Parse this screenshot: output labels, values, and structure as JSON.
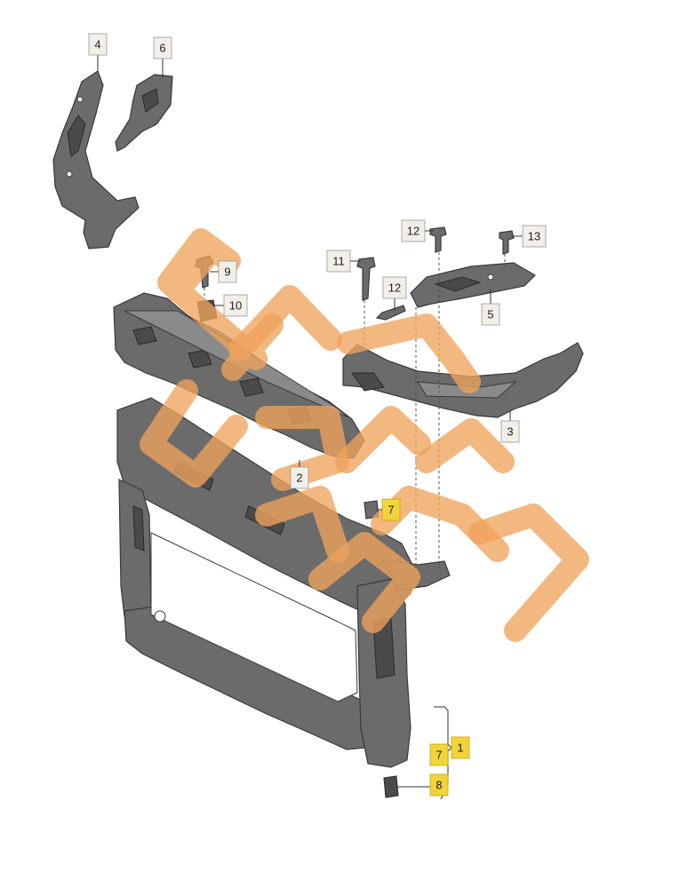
{
  "callouts": [
    {
      "id": "c4",
      "text": "4",
      "highlight": false
    },
    {
      "id": "c6",
      "text": "6",
      "highlight": false
    },
    {
      "id": "c9",
      "text": "9",
      "highlight": false
    },
    {
      "id": "c10",
      "text": "10",
      "highlight": false
    },
    {
      "id": "c11",
      "text": "11",
      "highlight": false
    },
    {
      "id": "c12a",
      "text": "12",
      "highlight": false
    },
    {
      "id": "c12b",
      "text": "12",
      "highlight": false
    },
    {
      "id": "c13",
      "text": "13",
      "highlight": false
    },
    {
      "id": "c5",
      "text": "5",
      "highlight": false
    },
    {
      "id": "c3",
      "text": "3",
      "highlight": false
    },
    {
      "id": "c2",
      "text": "2",
      "highlight": false
    },
    {
      "id": "c7a",
      "text": "7",
      "highlight": true
    },
    {
      "id": "c7b",
      "text": "7",
      "highlight": true
    },
    {
      "id": "c1",
      "text": "1",
      "highlight": true
    },
    {
      "id": "c8",
      "text": "8",
      "highlight": true
    }
  ],
  "colors": {
    "part": "#6b6b6b",
    "highlight": "#f2d33a",
    "watermark": "#f0a35c"
  }
}
